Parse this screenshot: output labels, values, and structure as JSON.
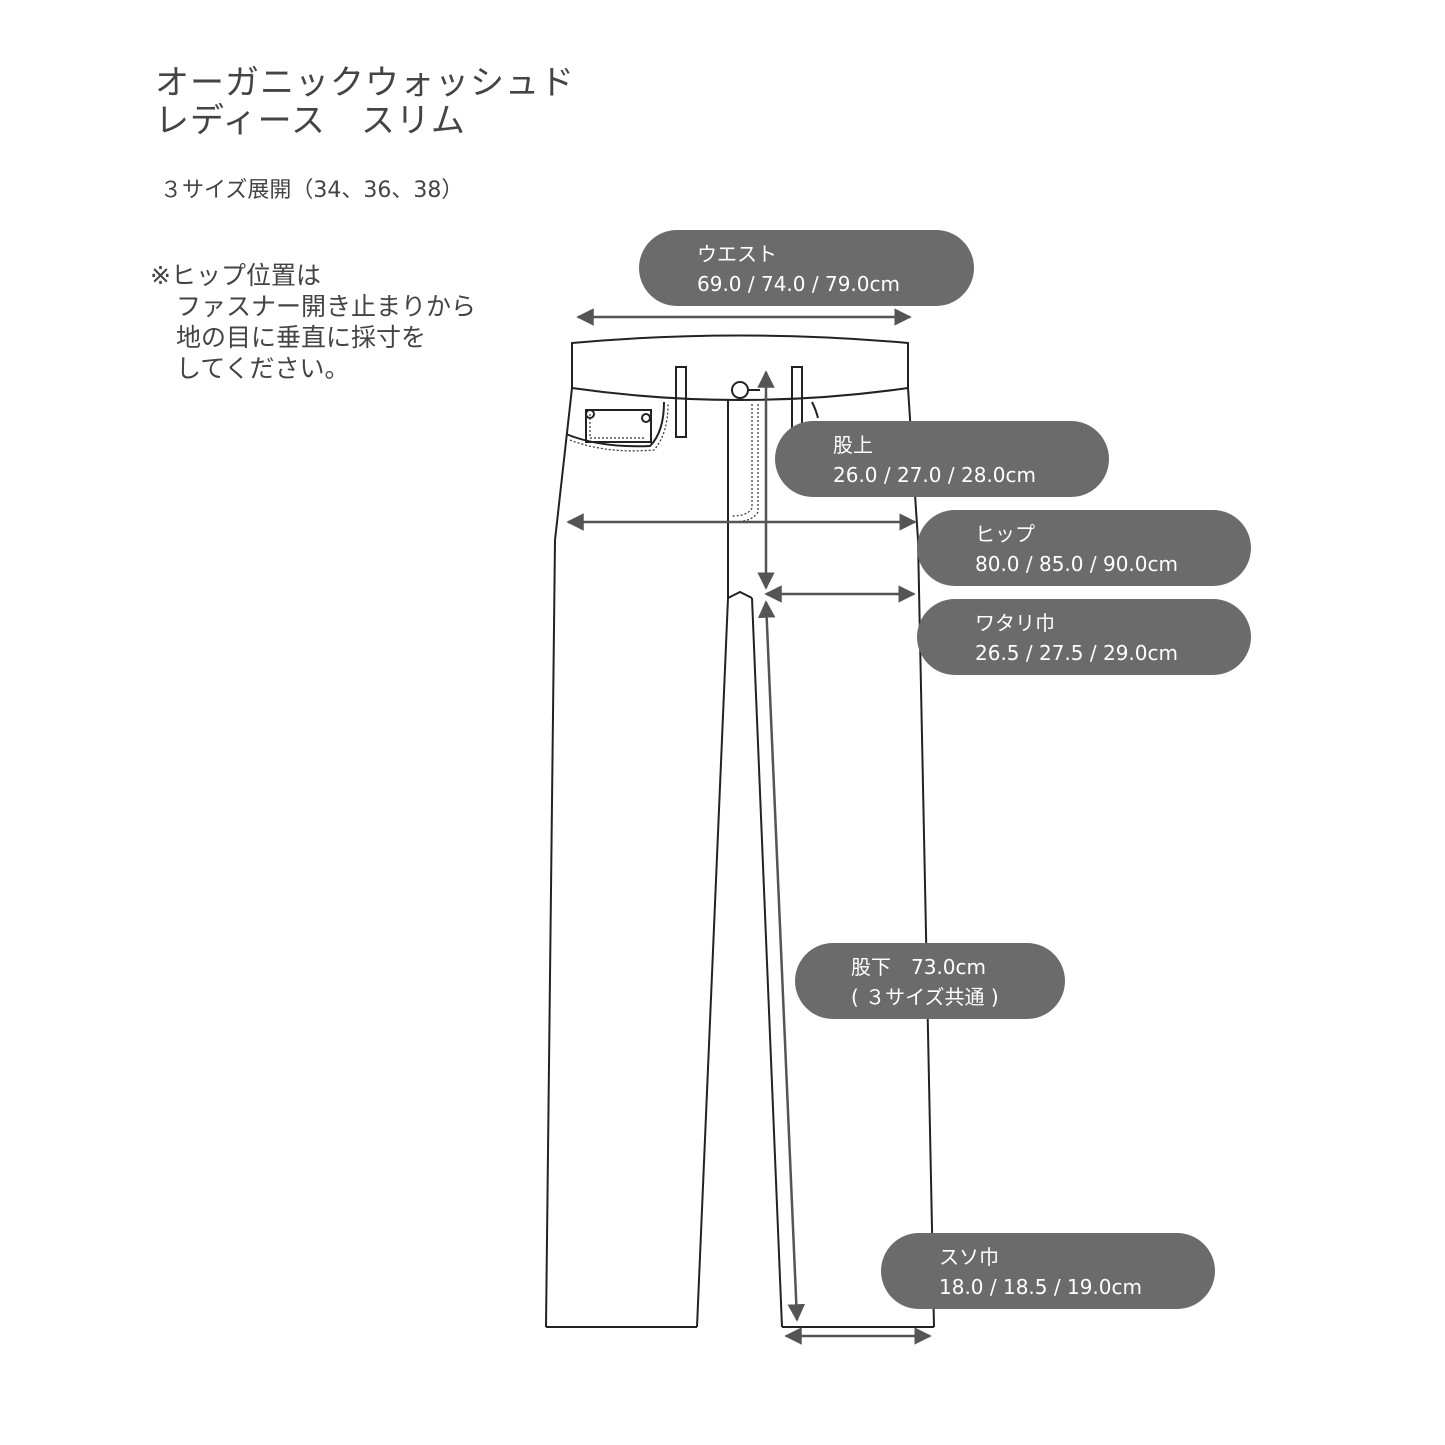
{
  "title": {
    "line1": "オーガニックウォッシュド",
    "line2": "レディース　スリム"
  },
  "sizes_text": "３サイズ展開（34、36、38）",
  "note": {
    "line1": "※ヒップ位置は",
    "line2": "ファスナー開き止まりから",
    "line3": "地の目に垂直に採寸を",
    "line4": "してください。"
  },
  "measurements": {
    "waist": {
      "label": "ウエスト",
      "values": "69.0  /  74.0  /  79.0cm"
    },
    "rise": {
      "label": "股上",
      "values": "26.0  /  27.0  /  28.0cm"
    },
    "hip": {
      "label": "ヒップ",
      "values": "80.0  /  85.0  /  90.0cm"
    },
    "thigh": {
      "label": "ワタリ巾",
      "values": "26.5  /  27.5  /  29.0cm"
    },
    "inseam": {
      "label": "股下　73.0cm",
      "values": "( ３サイズ共通 )"
    },
    "hem": {
      "label": "スソ巾",
      "values": "18.0  /  18.5  /  19.0cm"
    }
  },
  "colors": {
    "pill_bg": "#6b6b6b",
    "pill_text": "#ffffff",
    "line": "#222222",
    "arrow": "#555555",
    "text": "#444444"
  }
}
